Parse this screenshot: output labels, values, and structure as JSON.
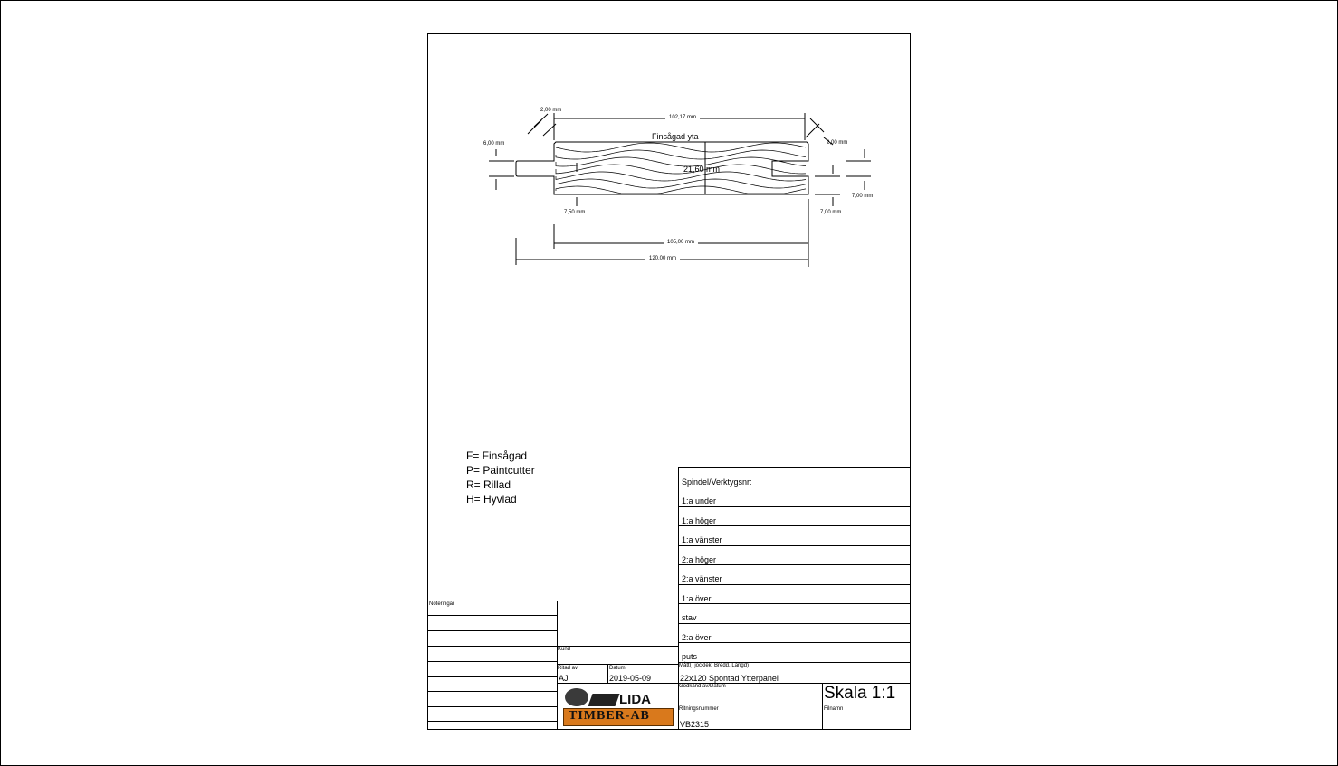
{
  "drawing": {
    "surface_label": "Finsågad yta",
    "dims": {
      "top_width": "102,17 mm",
      "chamfer_left": "2,00 mm",
      "chamfer_right": "2,00 mm",
      "tongue": "6,00 mm",
      "thickness": "21,60 mm",
      "left_offset": "7,50 mm",
      "right_offset_a": "7,00 mm",
      "right_offset_b": "7,00 mm",
      "face_width": "105,00 mm",
      "total_width": "120,00 mm"
    }
  },
  "legend": [
    "F= Finsågad",
    "P= Paintcutter",
    "R= Rillad",
    "H= Hyvlad",
    "."
  ],
  "tools": {
    "header": "Spindel/Verktygsnr:",
    "rows": [
      "1:a under",
      "1:a höger",
      "1:a vänster",
      "2:a höger",
      "2:a vänster",
      "1:a över",
      "stav",
      "2:a över",
      "puts"
    ]
  },
  "title_block": {
    "notes_label": "Noteringar",
    "customer_label": "Kund",
    "drawn_by_label": "Ritad av",
    "drawn_by": "AJ",
    "date_label": "Datum",
    "date": "2019-05-09",
    "dimensions_label": "Mått(Tjocklek, Bredd, Längd)",
    "dimensions": "22x120 Spontad Ytterpanel",
    "approved_label": "Godkänd av/Datum",
    "scale": "Skala 1:1",
    "drawing_number_label": "Ritningsnummer",
    "drawing_number": "VB2315",
    "filename_label": "Filnamn",
    "logo_top": "LIDA",
    "logo_bottom": "TIMBER-AB"
  }
}
